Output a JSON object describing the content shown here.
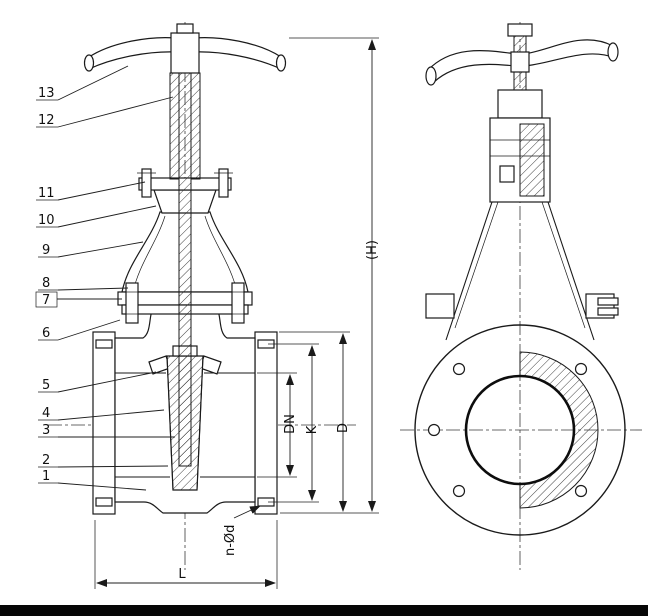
{
  "drawing": {
    "subject": "gate valve technical drawing, front section view and side view"
  },
  "callouts": [
    "13",
    "12",
    "11",
    "10",
    "9",
    "8",
    "7",
    "6",
    "5",
    "4",
    "3",
    "2",
    "1"
  ],
  "dimensions": {
    "H": "(H)",
    "DN": "DN",
    "K": "K",
    "D": "D",
    "L": "L",
    "n_od": "n-Ød"
  },
  "colors": {
    "line": "#1a1a1a",
    "background": "#ffffff",
    "bottom_bar": "#060606"
  }
}
